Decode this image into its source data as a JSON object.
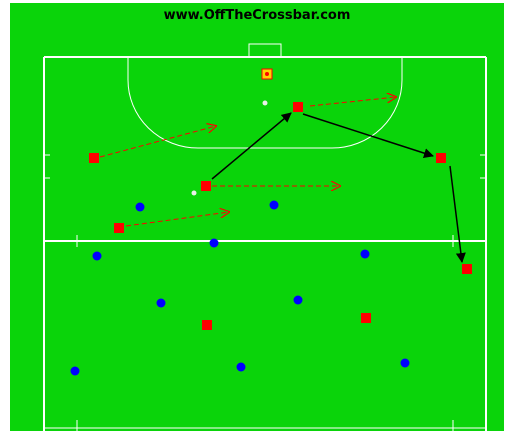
{
  "header": {
    "site_label": "www.OffTheCrossbar.com"
  },
  "colors": {
    "field": "#0ad40a",
    "lines": "#ffffff",
    "attacker": "#ff0000",
    "defender": "#0000ff",
    "goalkeeper_fill": "#ffd200",
    "goalkeeper_mark": "#ff0000",
    "ball": "#e8f0e8",
    "pass_arrow": "#000000",
    "run_arrow": "#ff0000"
  },
  "legend": {
    "attacker": "red square",
    "defender": "blue circle",
    "goalkeeper": "yellow square",
    "ball": "white dot",
    "pass": "solid black arrow",
    "run": "dashed red arrow"
  }
}
